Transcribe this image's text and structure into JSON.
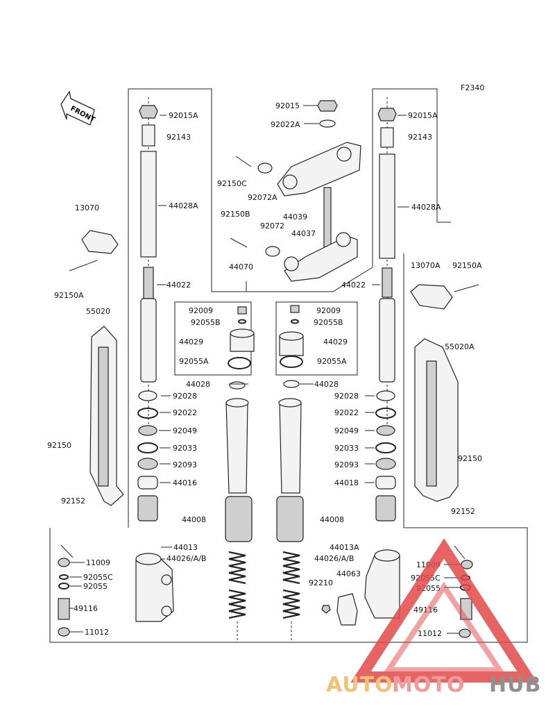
{
  "figure_code": "F2340",
  "front_label": "FRONT",
  "labels": {
    "p92015": "92015",
    "p92022A": "92022A",
    "p92015A_l": "92015A",
    "p92143_l": "92143",
    "p92150C": "92150C",
    "p92072A": "92072A",
    "p44028A_l": "44028A",
    "p92150B": "92150B",
    "p92072": "92072",
    "p44039": "44039",
    "p44037": "44037",
    "p13070": "13070",
    "p92150A_l": "92150A",
    "p44070": "44070",
    "p44022_l": "44022",
    "p92015A_r": "92015A",
    "p92143_r": "92143",
    "p44028A_r": "44028A",
    "p13070A": "13070A",
    "p92150A_r": "92150A",
    "p44022_r": "44022",
    "p55020": "55020",
    "p92009_l": "92009",
    "p92055B_l": "92055B",
    "p44029_l": "44029",
    "p92055A_l": "92055A",
    "p92009_r": "92009",
    "p92055B_r": "92055B",
    "p44029_r": "44029",
    "p92055A_r": "92055A",
    "p55020A": "55020A",
    "p44028_l": "44028",
    "p44028_r": "44028",
    "p92028_l": "92028",
    "p92028_r": "92028",
    "p92022_l": "92022",
    "p92022_r": "92022",
    "p92049_l": "92049",
    "p92049_r": "92049",
    "p92150_l": "92150",
    "p92033_l": "92033",
    "p92033_r": "92033",
    "p92150_r": "92150",
    "p92093_l": "92093",
    "p92093_r": "92093",
    "p44016": "44016",
    "p44018": "44018",
    "p92152_l": "92152",
    "p92152_r": "92152",
    "p44008_l": "44008",
    "p44008_r": "44008",
    "p44013": "44013",
    "p44013A": "44013A",
    "p44026_l": "44026/A/B",
    "p44026_r": "44026/A/B",
    "p11009_l": "11009",
    "p11009_r": "11009",
    "p44063": "44063",
    "p92055C_l": "92055C",
    "p92055C_r": "92055C",
    "p92210": "92210",
    "p92055_l": "92055",
    "p92055_r": "92055",
    "p49116_l": "49116",
    "p49116_r": "49116",
    "p11012_l": "11012",
    "p11012_r": "11012"
  },
  "watermark": {
    "auto": "AUTO",
    "moto": "MOTO",
    "hub": "HUB",
    "colors": {
      "auto": "#f2b766",
      "moto": "#ee8a8a",
      "hub": "#7d7d7d",
      "triangle": "#e24a4a"
    }
  }
}
